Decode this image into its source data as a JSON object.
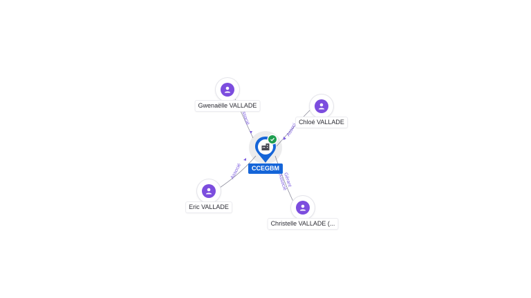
{
  "company": {
    "label": "CCEGBM",
    "icon": "building-icon",
    "verified": true,
    "colors": {
      "pin": "#1565d8",
      "badge": "#1e9e50"
    }
  },
  "people": [
    {
      "label": "Gwenaëlle VALLADE",
      "icon": "person-icon"
    },
    {
      "label": "Chloé VALLADE",
      "icon": "person-icon"
    },
    {
      "label": "Eric VALLADE",
      "icon": "person-icon"
    },
    {
      "label": "Christelle VALLADE (...",
      "icon": "person-icon"
    }
  ],
  "edges": [
    {
      "label": "Associé"
    },
    {
      "label": "Associ"
    },
    {
      "label": "Associé"
    },
    {
      "label": "Gérant\nAssocié"
    }
  ],
  "colors": {
    "person_icon": "#7c4dde",
    "edge_label": "#7c5ce0"
  }
}
